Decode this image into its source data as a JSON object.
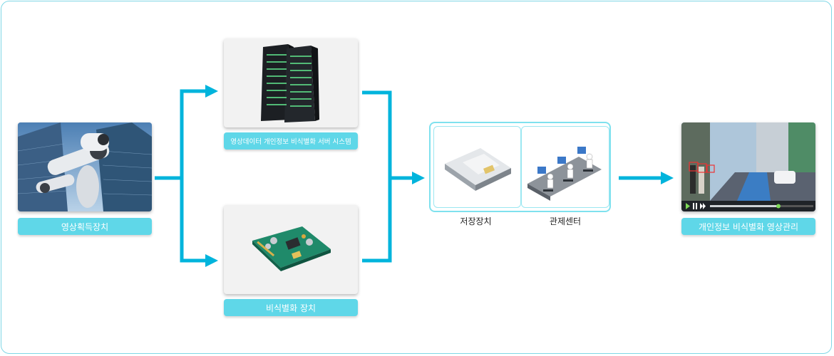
{
  "nodes": {
    "camera": {
      "label": "영상획득장치"
    },
    "server": {
      "label": "영상데이터 개인정보  비식별화 서버 시스템"
    },
    "device": {
      "label": "비식별화 장치"
    },
    "storage": {
      "caption": "저장장치"
    },
    "control": {
      "caption": "관제센터"
    },
    "management": {
      "label": "개인정보 비식별화 영상관리"
    }
  },
  "colors": {
    "accent": "#00b4dc",
    "label_bg": "#5fd7e8",
    "border": "#7fd7e6"
  }
}
